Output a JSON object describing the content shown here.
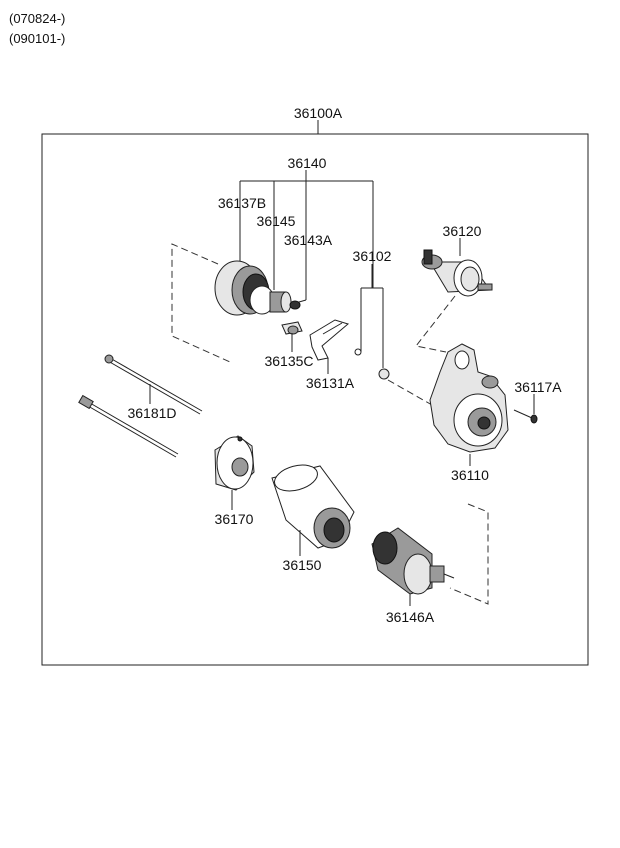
{
  "header": {
    "codes": [
      "(070824-)",
      "(090101-)"
    ]
  },
  "diagram": {
    "assembly_label": "36100A",
    "parts": {
      "p36140": "36140",
      "p36137B": "36137B",
      "p36145": "36145",
      "p36143A": "36143A",
      "p36102": "36102",
      "p36120": "36120",
      "p36135C": "36135C",
      "p36131A": "36131A",
      "p36117A": "36117A",
      "p36181D": "36181D",
      "p36110": "36110",
      "p36170": "36170",
      "p36150": "36150",
      "p36146A": "36146A"
    }
  }
}
